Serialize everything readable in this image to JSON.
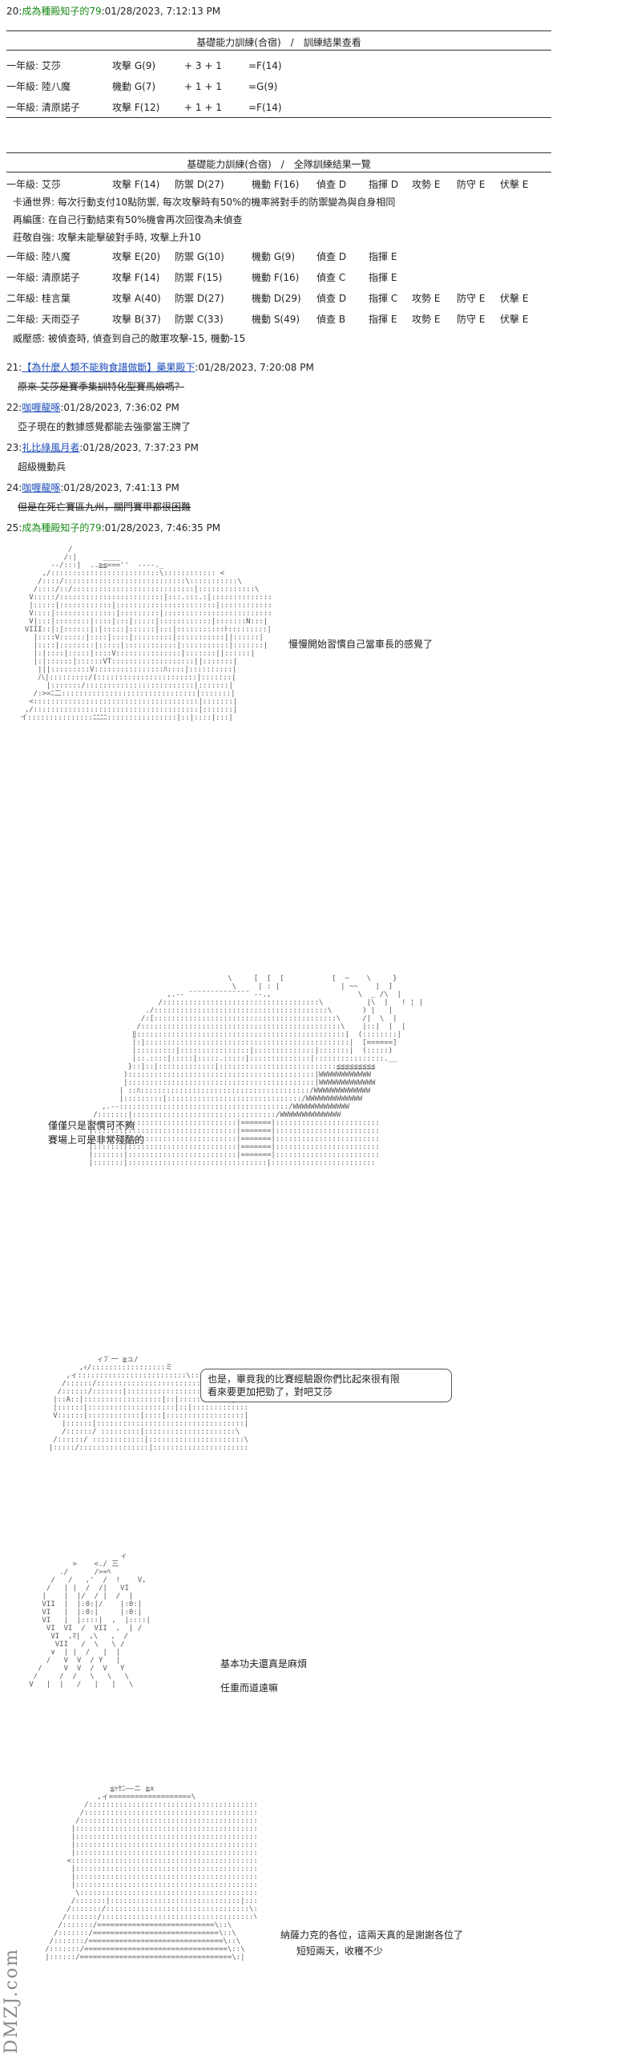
{
  "posts": {
    "p20": {
      "num": "20",
      "name": "成為種殿知子的79",
      "date": "01/28/2023, 7:12:13 PM"
    },
    "p21": {
      "num": "21",
      "name": "【為什麼人類不能夠食譜做斷】藥果殿下",
      "date": "01/28/2023, 7:20:08 PM",
      "body": "原來 艾莎是賽季集訓特化型賽馬娘嗎？"
    },
    "p22": {
      "num": "22",
      "name": "咖喱龍啄",
      "date": "01/28/2023, 7:36:02 PM",
      "body": "亞子現在的數據感覺都能去強豪當王牌了"
    },
    "p23": {
      "num": "23",
      "name": "礼比綠風月者",
      "date": "01/28/2023, 7:37:23 PM",
      "body": "超級機動兵"
    },
    "p24": {
      "num": "24",
      "name": "咖喱龍啄",
      "date": "01/28/2023, 7:41:13 PM",
      "body": "但是在死亡賽區九州，關門賽甲都很困難"
    },
    "p25": {
      "num": "25",
      "name": "成為種殿知子的79",
      "date": "01/28/2023, 7:46:35 PM"
    }
  },
  "table1": {
    "title": "基礎能力訓練(合宿)　/　訓練結果查看",
    "rows": [
      {
        "who": "一年級: 艾莎",
        "stat": "攻擊 G(9)",
        "calc": "+ 3 + 1",
        "res": "=F(14)"
      },
      {
        "who": "一年級: 陸八魔",
        "stat": "機動 G(7)",
        "calc": "+ 1 + 1",
        "res": "=G(9)"
      },
      {
        "who": "一年級: 清原諾子",
        "stat": "攻擊 F(12)",
        "calc": "+ 1 + 1",
        "res": "=F(14)"
      }
    ]
  },
  "table2": {
    "title": "基礎能力訓練(合宿)　/　全隊訓練結果一覽",
    "aisha": {
      "who": "一年級: 艾莎",
      "c1": "攻擊 F(14)",
      "c2": "防禦 D(27)",
      "c3": "機動 F(16)",
      "c4": "偵查 D",
      "c5": "指揮 D",
      "c6": "攻勢 E",
      "c7": "防守 E",
      "c8": "伏擊 E"
    },
    "notes": [
      "卡通世界: 每次行動支付10點防禦, 每次攻擊時有50%的機率將對手的防禦變為與自身相同",
      "再編匯: 在自己行動結束有50%機會再次回復為未偵查",
      "莊敬自強: 攻擊未能擊破對手時, 攻擊上升10"
    ],
    "rows": [
      {
        "who": "一年級: 陸八魔",
        "c1": "攻擊 E(20)",
        "c2": "防禦 G(10)",
        "c3": "機動 G(9)",
        "c4": "偵查 D",
        "c5": "指揮 E",
        "c6": "",
        "c7": "",
        "c8": ""
      },
      {
        "who": "一年級: 清原諾子",
        "c1": "攻擊 F(14)",
        "c2": "防禦 F(15)",
        "c3": "機動 F(16)",
        "c4": "偵查 C",
        "c5": "指揮 E",
        "c6": "",
        "c7": "",
        "c8": ""
      },
      {
        "who": "二年級: 桂言葉",
        "c1": "攻擊 A(40)",
        "c2": "防禦 D(27)",
        "c3": "機動 D(29)",
        "c4": "偵查 D",
        "c5": "指揮 C",
        "c6": "攻勢 E",
        "c7": "防守 E",
        "c8": "伏擊 E"
      },
      {
        "who": "二年級: 天雨亞子",
        "c1": "攻擊 B(37)",
        "c2": "防禦 C(33)",
        "c3": "機動 S(49)",
        "c4": "偵查 B",
        "c5": "指揮 E",
        "c6": "攻勢 E",
        "c7": "防守 E",
        "c8": "伏擊 E"
      }
    ],
    "footnote": "威壓感: 被偵查時, 偵查到自己的敵軍攻擊-15, 機動-15"
  },
  "dialogue": {
    "d1": "慢慢開始習慣自己當車長的感覺了",
    "d2a": "僅僅只是習慣可不夠",
    "d2b": "賽場上可是非常殘酷的",
    "d3a": "也是，畢竟我的比賽經驗跟你們比起來很有限",
    "d3b": "看來要更加把勁了，對吧艾莎",
    "d4a": "基本功夫還真是麻煩",
    "d4b": "任重而道遠嘛",
    "d5a": "納薩力克的各位，這兩天真的是謝謝各位了",
    "d5b": "短短兩天，收穫不少"
  },
  "logo_text": "DMZJ.com"
}
